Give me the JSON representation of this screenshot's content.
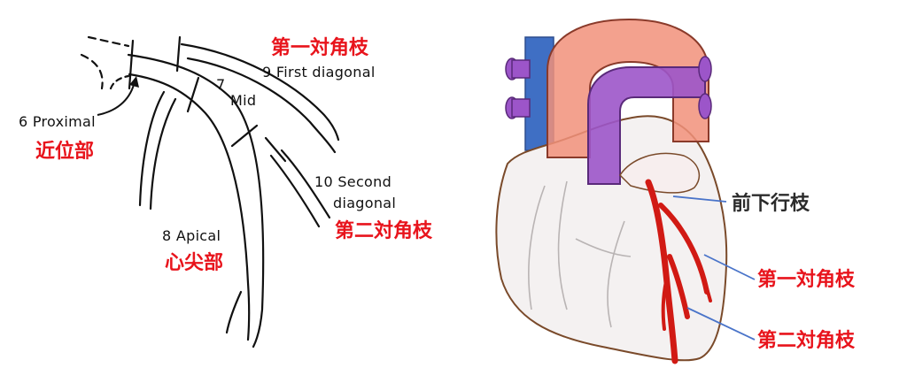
{
  "colors": {
    "label_red": "#e8141c",
    "label_dark": "#2b2b2b",
    "pointer_blue": "#4a74c9",
    "artery_red": "#d11a14",
    "aorta_salmon": "#f1907a",
    "pulmonary_purple": "#9c55c9",
    "vena_cava_blue": "#3f6fc4",
    "heart_fill": "#f4f1f1",
    "heart_outline": "#7a4a2a"
  },
  "schematic": {
    "segment_6": {
      "en": "6 Proximal",
      "jp": "近位部"
    },
    "segment_7": {
      "number": "7",
      "en": "Mid"
    },
    "segment_8": {
      "en": "8 Apical",
      "jp": "心尖部"
    },
    "segment_9": {
      "en": "9 First diagonal",
      "jp": "第一対角枝"
    },
    "segment_10": {
      "en_line1": "10 Second",
      "en_line2": "diagonal",
      "jp": "第二対角枝"
    }
  },
  "heart": {
    "lad_label": "前下行枝",
    "d1_label": "第一対角枝",
    "d2_label": "第二対角枝"
  }
}
